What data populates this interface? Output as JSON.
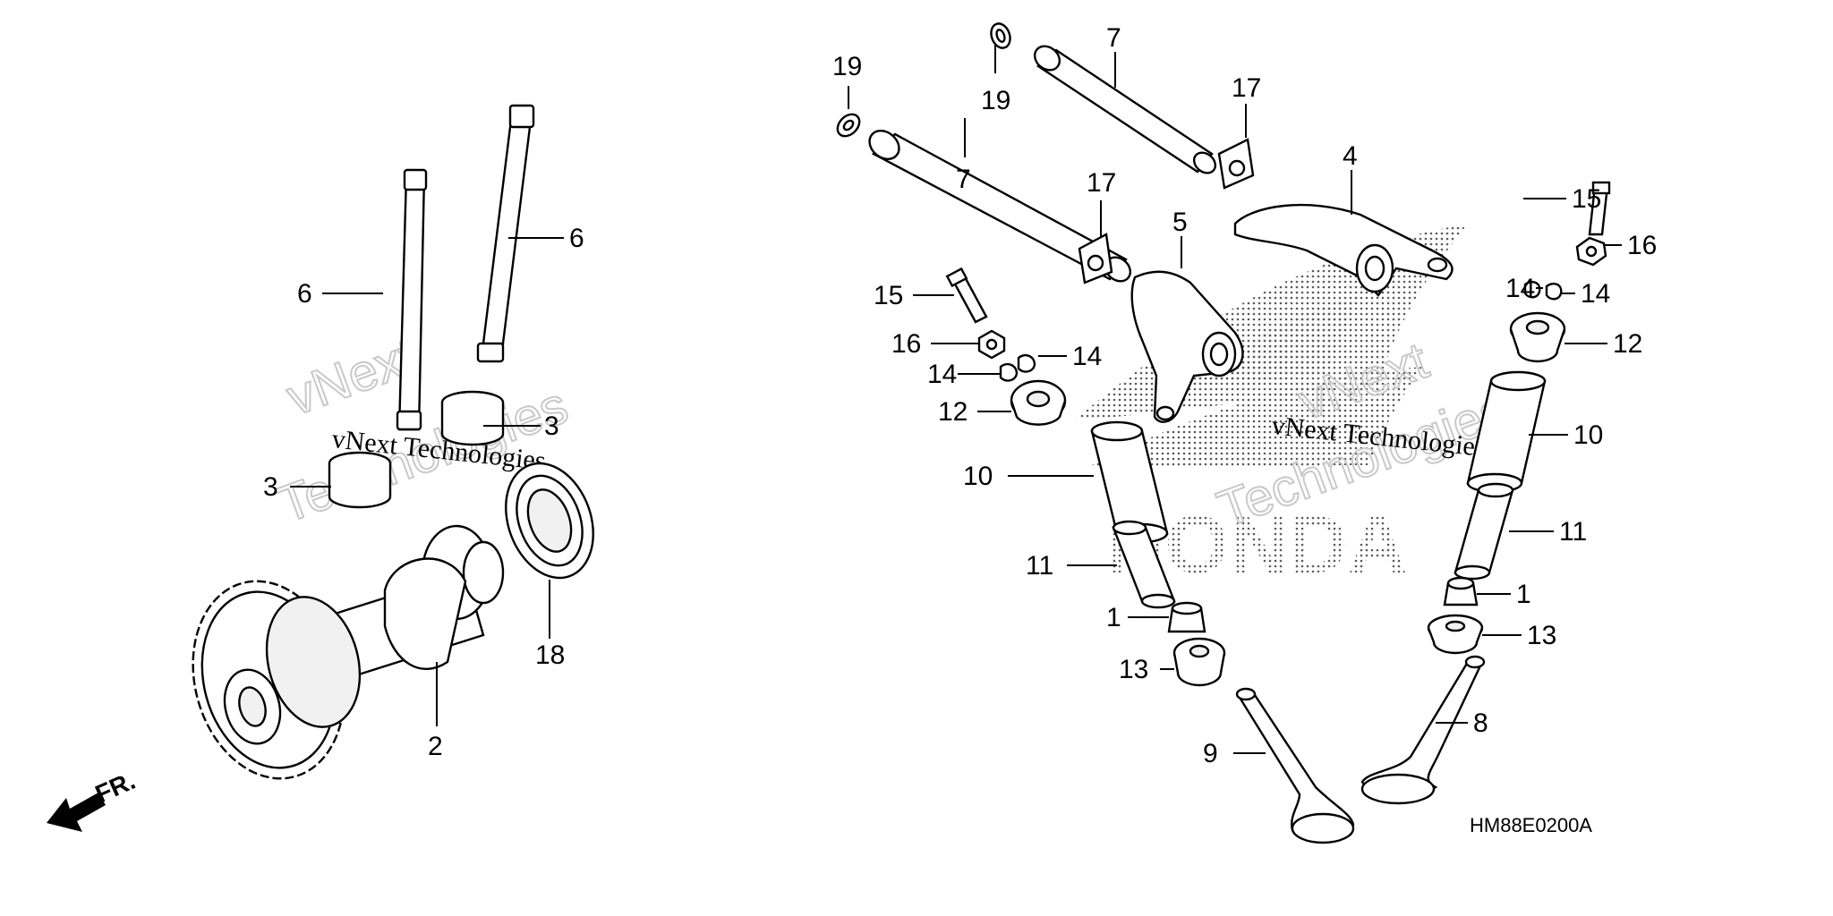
{
  "diagram": {
    "code": "HM88E0200A",
    "front_label": "FR.",
    "brand_text": "HONDA",
    "watermark_line1": "vNext Technologies",
    "watermark_line2": "vNext",
    "watermark_line3": "Technologies"
  },
  "callouts": {
    "c1a": "1",
    "c1b": "1",
    "c2": "2",
    "c3a": "3",
    "c3b": "3",
    "c4": "4",
    "c5": "5",
    "c6a": "6",
    "c6b": "6",
    "c7a": "7",
    "c7b": "7",
    "c8": "8",
    "c9": "9",
    "c10a": "10",
    "c10b": "10",
    "c11a": "11",
    "c11b": "11",
    "c12a": "12",
    "c12b": "12",
    "c13a": "13",
    "c13b": "13",
    "c14a": "14",
    "c14b": "14",
    "c14c": "14",
    "c14d": "14",
    "c15a": "15",
    "c15b": "15",
    "c16a": "16",
    "c16b": "16",
    "c17a": "17",
    "c17b": "17",
    "c18": "18",
    "c19a": "19",
    "c19b": "19"
  }
}
